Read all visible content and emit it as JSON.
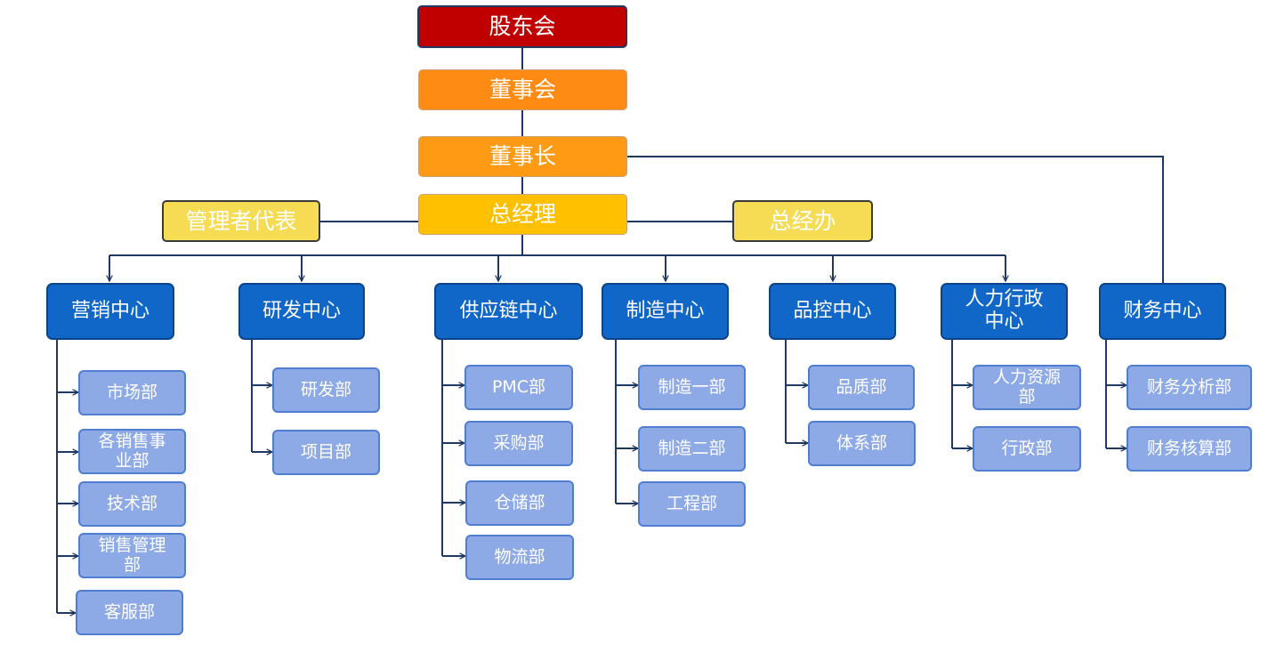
{
  "org_chart": {
    "shareholders": "股东会",
    "board": "董事会",
    "chairman": "董事长",
    "general_manager": "总经理",
    "management_rep": "管理者代表",
    "gm_office": "总经办",
    "centers": [
      {
        "name": "营销中心",
        "departments": [
          "市场部",
          "各销售事\n业部",
          "技术部",
          "销售管理\n部",
          "客服部"
        ]
      },
      {
        "name": "研发中心",
        "departments": [
          "研发部",
          "项目部"
        ]
      },
      {
        "name": "供应链中心",
        "departments": [
          "PMC部",
          "采购部",
          "仓储部",
          "物流部"
        ]
      },
      {
        "name": "制造中心",
        "departments": [
          "制造一部",
          "制造二部",
          "工程部"
        ]
      },
      {
        "name": "品控中心",
        "departments": [
          "品质部",
          "体系部"
        ]
      },
      {
        "name": "人力行政\n中心",
        "departments": [
          "人力资源\n部",
          "行政部"
        ]
      },
      {
        "name": "财务中心",
        "departments": [
          "财务分析部",
          "财务核算部"
        ]
      }
    ]
  },
  "colors": {
    "shareholders": "#c00000",
    "board": "#fe8c14",
    "chairman": "#fe9a14",
    "general_manager": "#ffc000",
    "staff": "#f6dc55",
    "center": "#1067c8",
    "department": "#8eaae6",
    "connector": "#1f3864"
  }
}
